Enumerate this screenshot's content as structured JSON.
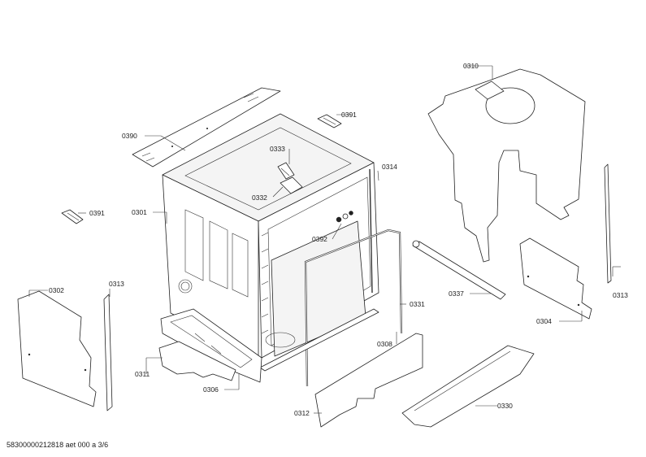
{
  "document_reference": "58300000212818 aet 000 a 3/6",
  "parts": {
    "p0301": "0301",
    "p0302": "0302",
    "p0304": "0304",
    "p0306": "0306",
    "p0308": "0308",
    "p0310": "0310",
    "p0311": "0311",
    "p0312": "0312",
    "p0313a": "0313",
    "p0313b": "0313",
    "p0314": "0314",
    "p0330": "0330",
    "p0331": "0331",
    "p0332": "0332",
    "p0333": "0333",
    "p0337": "0337",
    "p0390": "0390",
    "p0391a": "0391",
    "p0391b": "0391",
    "p0392": "0392"
  }
}
